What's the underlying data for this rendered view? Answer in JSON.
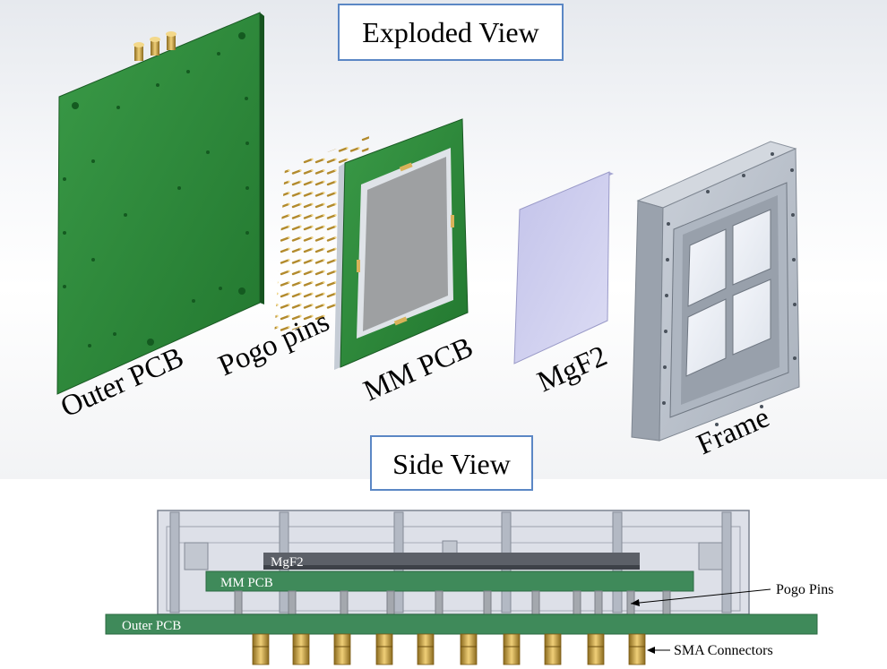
{
  "exploded_view": {
    "title": "Exploded View",
    "labels": {
      "outer_pcb": "Outer PCB",
      "pogo_pins": "Pogo pins",
      "mm_pcb": "MM PCB",
      "mgf2": "MgF2",
      "frame": "Frame"
    }
  },
  "side_view": {
    "title": "Side View",
    "labels": {
      "mgf2": "MgF2",
      "mm_pcb": "MM PCB",
      "outer_pcb": "Outer PCB",
      "pogo_pins": "Pogo Pins",
      "sma_connectors": "SMA Connectors"
    }
  },
  "colors": {
    "pcb_green": "#2f8a3e",
    "side_pcb_green": "#3e8a5b",
    "frame_gray": "#b5bcc6",
    "mgf2_lavender": "#c9c9ec",
    "sma_gold": "#c9a24a",
    "title_border": "#5b87c5"
  }
}
